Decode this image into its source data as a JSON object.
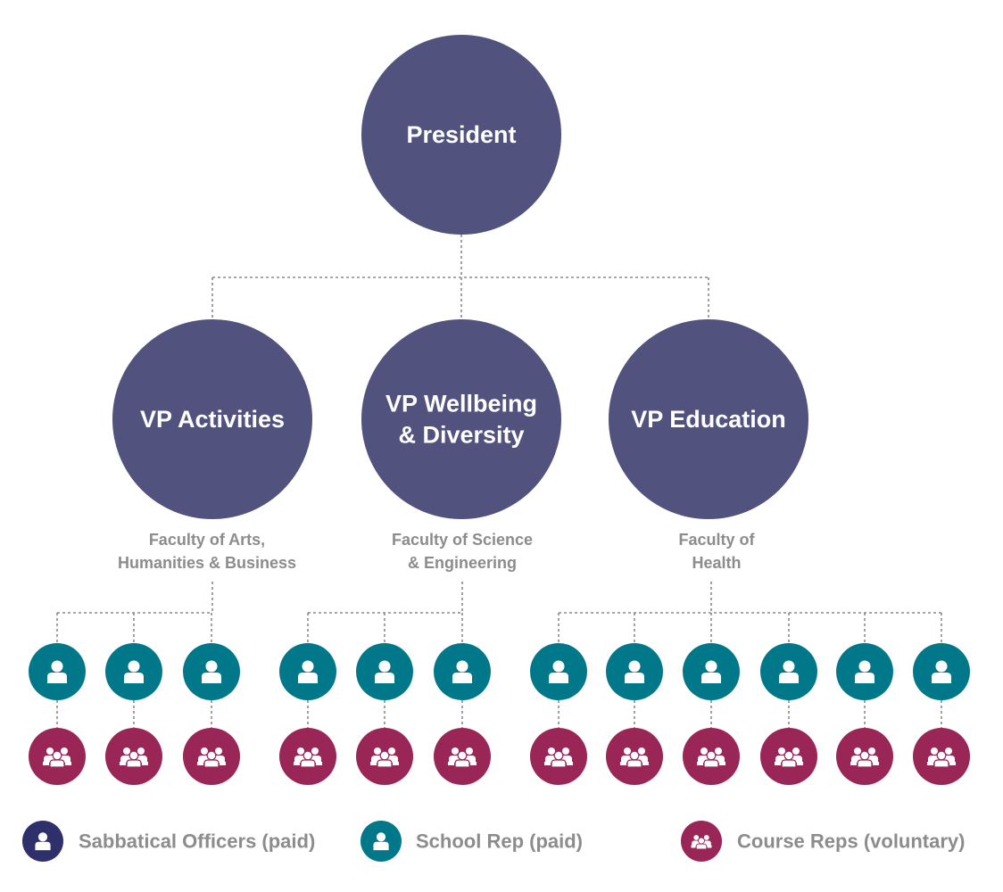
{
  "colors": {
    "sabbatical": "#52527f",
    "sabbatical_legend": "#2f2f6b",
    "school_rep": "#00788a",
    "course_rep": "#9a2658",
    "text_gray": "#8c8c8c",
    "connector": "#8a8a8a"
  },
  "president": {
    "label": "President"
  },
  "vps": [
    {
      "lines": [
        "VP Activities"
      ],
      "faculty": [
        "Faculty of Arts,",
        "Humanities & Business"
      ],
      "reps": 3
    },
    {
      "lines": [
        "VP Wellbeing",
        "& Diversity"
      ],
      "faculty": [
        "Faculty of Science",
        "& Engineering"
      ],
      "reps": 3
    },
    {
      "lines": [
        "VP Education"
      ],
      "faculty": [
        "Faculty of",
        "Health"
      ],
      "reps": 6
    }
  ],
  "icons": {
    "school_rep": "person-icon",
    "course_rep": "group-icon"
  },
  "legend": [
    {
      "key": "sabbatical",
      "label": "Sabbatical Officers (paid)",
      "icon": "person-icon"
    },
    {
      "key": "school_rep",
      "label": "School Rep (paid)",
      "icon": "person-icon"
    },
    {
      "key": "course_rep",
      "label": "Course Reps (voluntary)",
      "icon": "group-icon"
    }
  ]
}
